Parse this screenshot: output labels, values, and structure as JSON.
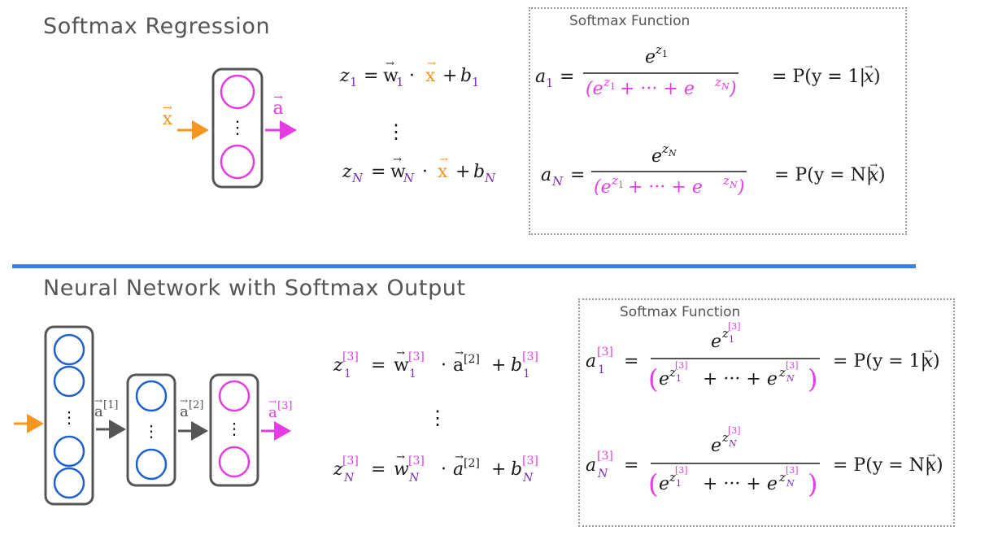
{
  "section1": {
    "title": "Softmax Regression",
    "box_label": "Softmax Function",
    "diagram": {
      "input": "x",
      "output": "a",
      "ellipsis": "⋮"
    },
    "equations": {
      "z_first": {
        "lhs": "z",
        "sub": "1",
        "w": "w",
        "w_sub": "1",
        "dot": "·",
        "x": "x",
        "plus": "+",
        "b": "b",
        "b_sub": "1",
        "eq": "="
      },
      "ellipsis": "⋮",
      "z_last": {
        "lhs": "z",
        "sub": "N",
        "w": "w",
        "w_sub": "N",
        "dot": "·",
        "x": "x",
        "plus": "+",
        "b": "b",
        "b_sub": "N",
        "eq": "="
      }
    },
    "softmax": {
      "a_first": {
        "lhs": "a",
        "sub": "1",
        "num": "e",
        "num_exp": "z",
        "num_exp_sub": "1",
        "den": "(e",
        "den_z1": "z",
        "den_z1_sub": "1",
        "den_mid": "+ ··· + e",
        "den_zN": "z",
        "den_zN_sub": "N",
        "den_close": ")",
        "rhs": "= P(y = 1|",
        "rhs_x": "x",
        "rhs_close": ")"
      },
      "a_last": {
        "lhs": "a",
        "sub": "N",
        "num": "e",
        "num_exp": "z",
        "num_exp_sub": "N",
        "den": "(e",
        "den_z1": "z",
        "den_z1_sub": "1",
        "den_mid": "+ ··· + e",
        "den_zN": "z",
        "den_zN_sub": "N",
        "den_close": ")",
        "rhs": "= P(y = N|",
        "rhs_x": "x",
        "rhs_close": ")"
      }
    }
  },
  "section2": {
    "title": "Neural Network with Softmax Output",
    "box_label": "Softmax Function",
    "diagram": {
      "a1": "a",
      "a1_sup": "[1]",
      "a2": "a",
      "a2_sup": "[2]",
      "a3": "a",
      "a3_sup": "[3]",
      "ellipsis": "⋮"
    },
    "layer_sup": "[3]",
    "a2_sup": "[2]",
    "equations": {
      "z_first": {
        "lhs": "z",
        "sub": "1",
        "w": "w",
        "w_sub": "1",
        "a": "a",
        "plus": "+",
        "b": "b",
        "b_sub": "1",
        "dot": "·",
        "eq": "="
      },
      "ellipsis": "⋮",
      "z_last": {
        "lhs": "z",
        "sub": "N",
        "w": "w",
        "w_sub": "N",
        "a": "a",
        "plus": "+",
        "b": "b",
        "b_sub": "N",
        "dot": "·",
        "eq": "="
      }
    },
    "softmax": {
      "a_first": {
        "lhs": "a",
        "sub": "1",
        "num": "e",
        "num_z": "z",
        "num_z_sub": "1",
        "den_open": "(",
        "den_e": "e",
        "den_z1": "z",
        "den_z1_sub": "1",
        "den_mid": "+ ··· + e",
        "den_zN": "z",
        "den_zN_sub": "N",
        "den_close": ")",
        "rhs": "= P(y = 1|",
        "rhs_x": "x",
        "rhs_close": ")"
      },
      "a_last": {
        "lhs": "a",
        "sub": "N",
        "num": "e",
        "num_z": "z",
        "num_z_sub": "N",
        "den_open": "(",
        "den_e": "e",
        "den_z1": "z",
        "den_z1_sub": "1",
        "den_mid": "+ ··· + e",
        "den_zN": "z",
        "den_zN_sub": "N",
        "den_close": ")",
        "rhs": "= P(y = N|",
        "rhs_x": "x",
        "rhs_close": ")"
      }
    }
  },
  "colors": {
    "purple": "#7a2fb5",
    "magenta": "#e53ce3",
    "orange": "#f5961e",
    "blue": "#1f5fd1",
    "divider": "#3d7fe0",
    "dark_gray": "#555555",
    "title_gray": "#555555"
  }
}
